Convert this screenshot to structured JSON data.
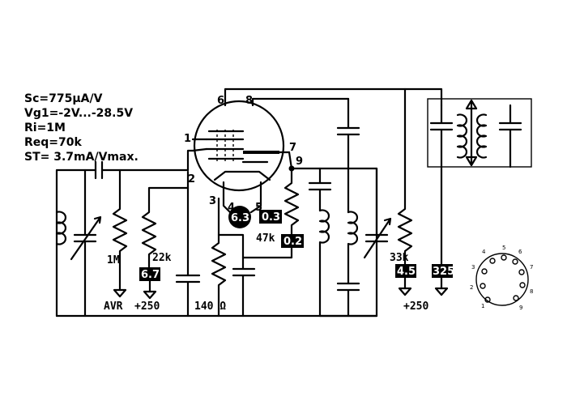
{
  "specs": {
    "sc": "Sc=775µA/V",
    "vg1": "Vg1=-2V...-28.5V",
    "ri": "Ri=1M",
    "req": "Req=70k",
    "st": "ST= 3.7mA/Vmax."
  },
  "pins": {
    "p1": "1",
    "p2": "2",
    "p3": "3",
    "p4": "4",
    "p5": "5",
    "p6": "6",
    "p7": "7",
    "p8": "8",
    "p9": "9"
  },
  "labels": {
    "r_grid": "1M",
    "r_screen": "22k",
    "r_g3": "47k",
    "r_cathode": "140 Ω",
    "r_anode": "33k",
    "avr": "AVR",
    "b250_left": "+250",
    "b250_right": "+250"
  },
  "badges": {
    "b67": "6.7",
    "b63": "6.3",
    "b03": "0.3",
    "b02": "0.2",
    "b45": "4.5",
    "b325": "325"
  },
  "socket": {
    "pins": [
      "1",
      "2",
      "3",
      "4",
      "5",
      "6",
      "7",
      "8",
      "9"
    ]
  }
}
